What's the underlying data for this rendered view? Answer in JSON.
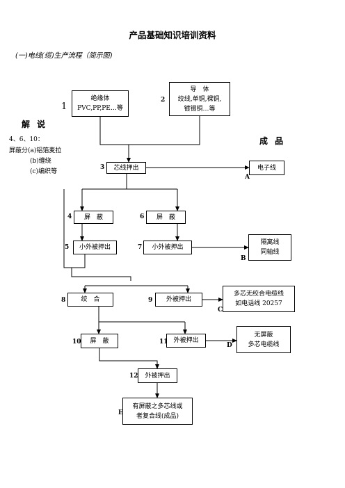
{
  "title": "产品基础知识培训资料",
  "subtitle": "(一)电线(缆)生产流程（简示图)",
  "explain": {
    "header": "解 说",
    "line1": "4、6、10：",
    "line2": "屏蔽分(a)铝箔麦拉",
    "line3": "(b)缠绕",
    "line4": "(c)编织等"
  },
  "products_header": "成 品",
  "steps": [
    {
      "num": "1",
      "lines": [
        "绝缘体",
        "PVC,PP,PE…等"
      ]
    },
    {
      "num": "2",
      "lines": [
        "导　体",
        "绞线,单铜,裸铜,",
        "镀锡铜…等"
      ]
    },
    {
      "num": "3",
      "lines": [
        "芯线押出"
      ]
    },
    {
      "num": "4",
      "lines": [
        "屏　蔽"
      ]
    },
    {
      "num": "5",
      "lines": [
        "小外被押出"
      ]
    },
    {
      "num": "6",
      "lines": [
        "屏　蔽"
      ]
    },
    {
      "num": "7",
      "lines": [
        "小外被押出"
      ]
    },
    {
      "num": "8",
      "lines": [
        "绞　合"
      ]
    },
    {
      "num": "9",
      "lines": [
        "外被押出"
      ]
    },
    {
      "num": "10",
      "lines": [
        "屏　蔽"
      ]
    },
    {
      "num": "11",
      "lines": [
        "外被押出"
      ]
    },
    {
      "num": "12",
      "lines": [
        "外被押出"
      ]
    }
  ],
  "products": [
    {
      "letter": "A",
      "lines": [
        "电子线"
      ]
    },
    {
      "letter": "B",
      "lines": [
        "隔离线",
        "同轴线"
      ]
    },
    {
      "letter": "C",
      "lines": [
        "多芯无绞合电缆线",
        "如电话线 20257"
      ]
    },
    {
      "letter": "D",
      "lines": [
        "无屏蔽",
        "多芯电缆线"
      ]
    },
    {
      "letter": "E",
      "lines": [
        "有屏蔽之多芯线或",
        "者复合线(成品)"
      ]
    }
  ]
}
